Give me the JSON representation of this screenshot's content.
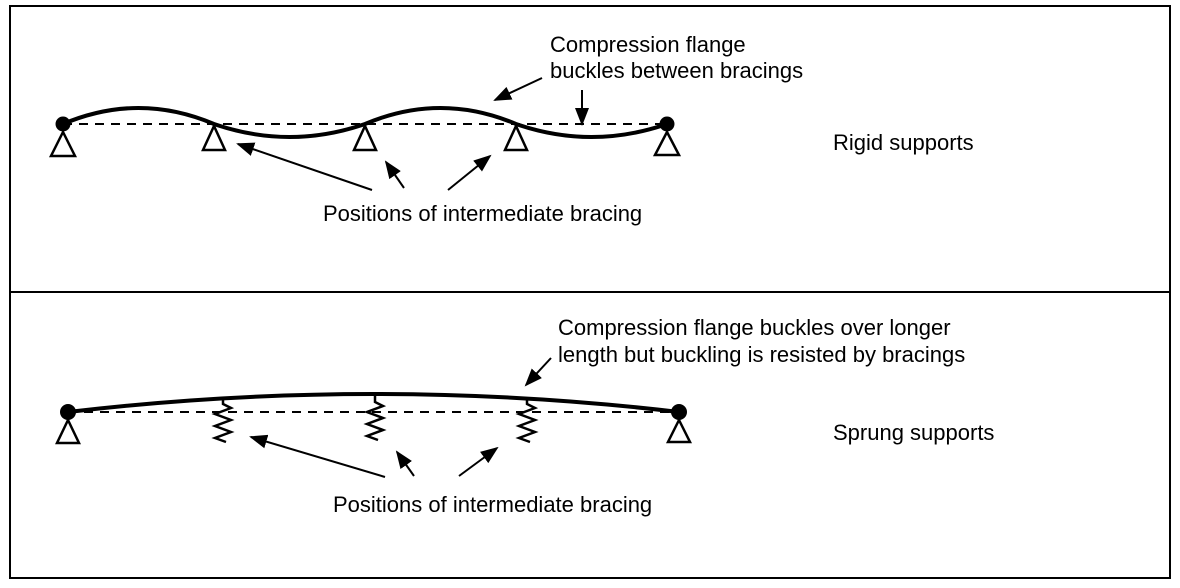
{
  "figure": {
    "background_color": "#ffffff",
    "line_color": "#000000",
    "panels": 2
  },
  "top_panel": {
    "support_type_label": "Rigid supports",
    "buckle_annotation_line1": "Compression flange",
    "buckle_annotation_line2": "buckles between bracings",
    "bracing_annotation": "Positions of intermediate bracing",
    "intermediate_bracing_count": 3,
    "intermediate_bracing_symbol": "triangle-support-icon",
    "end_support_symbol": "pin-support-icon",
    "buckle_shape": "multiple half-waves between bracing points"
  },
  "bottom_panel": {
    "support_type_label": "Sprung supports",
    "buckle_annotation_line1": "Compression flange buckles over longer",
    "buckle_annotation_line2": "length but buckling is resisted by bracings",
    "bracing_annotation": "Positions of intermediate bracing",
    "intermediate_bracing_count": 3,
    "intermediate_bracing_symbol": "spring-icon",
    "end_support_symbol": "pin-support-icon",
    "buckle_shape": "single long half-wave over full span"
  }
}
